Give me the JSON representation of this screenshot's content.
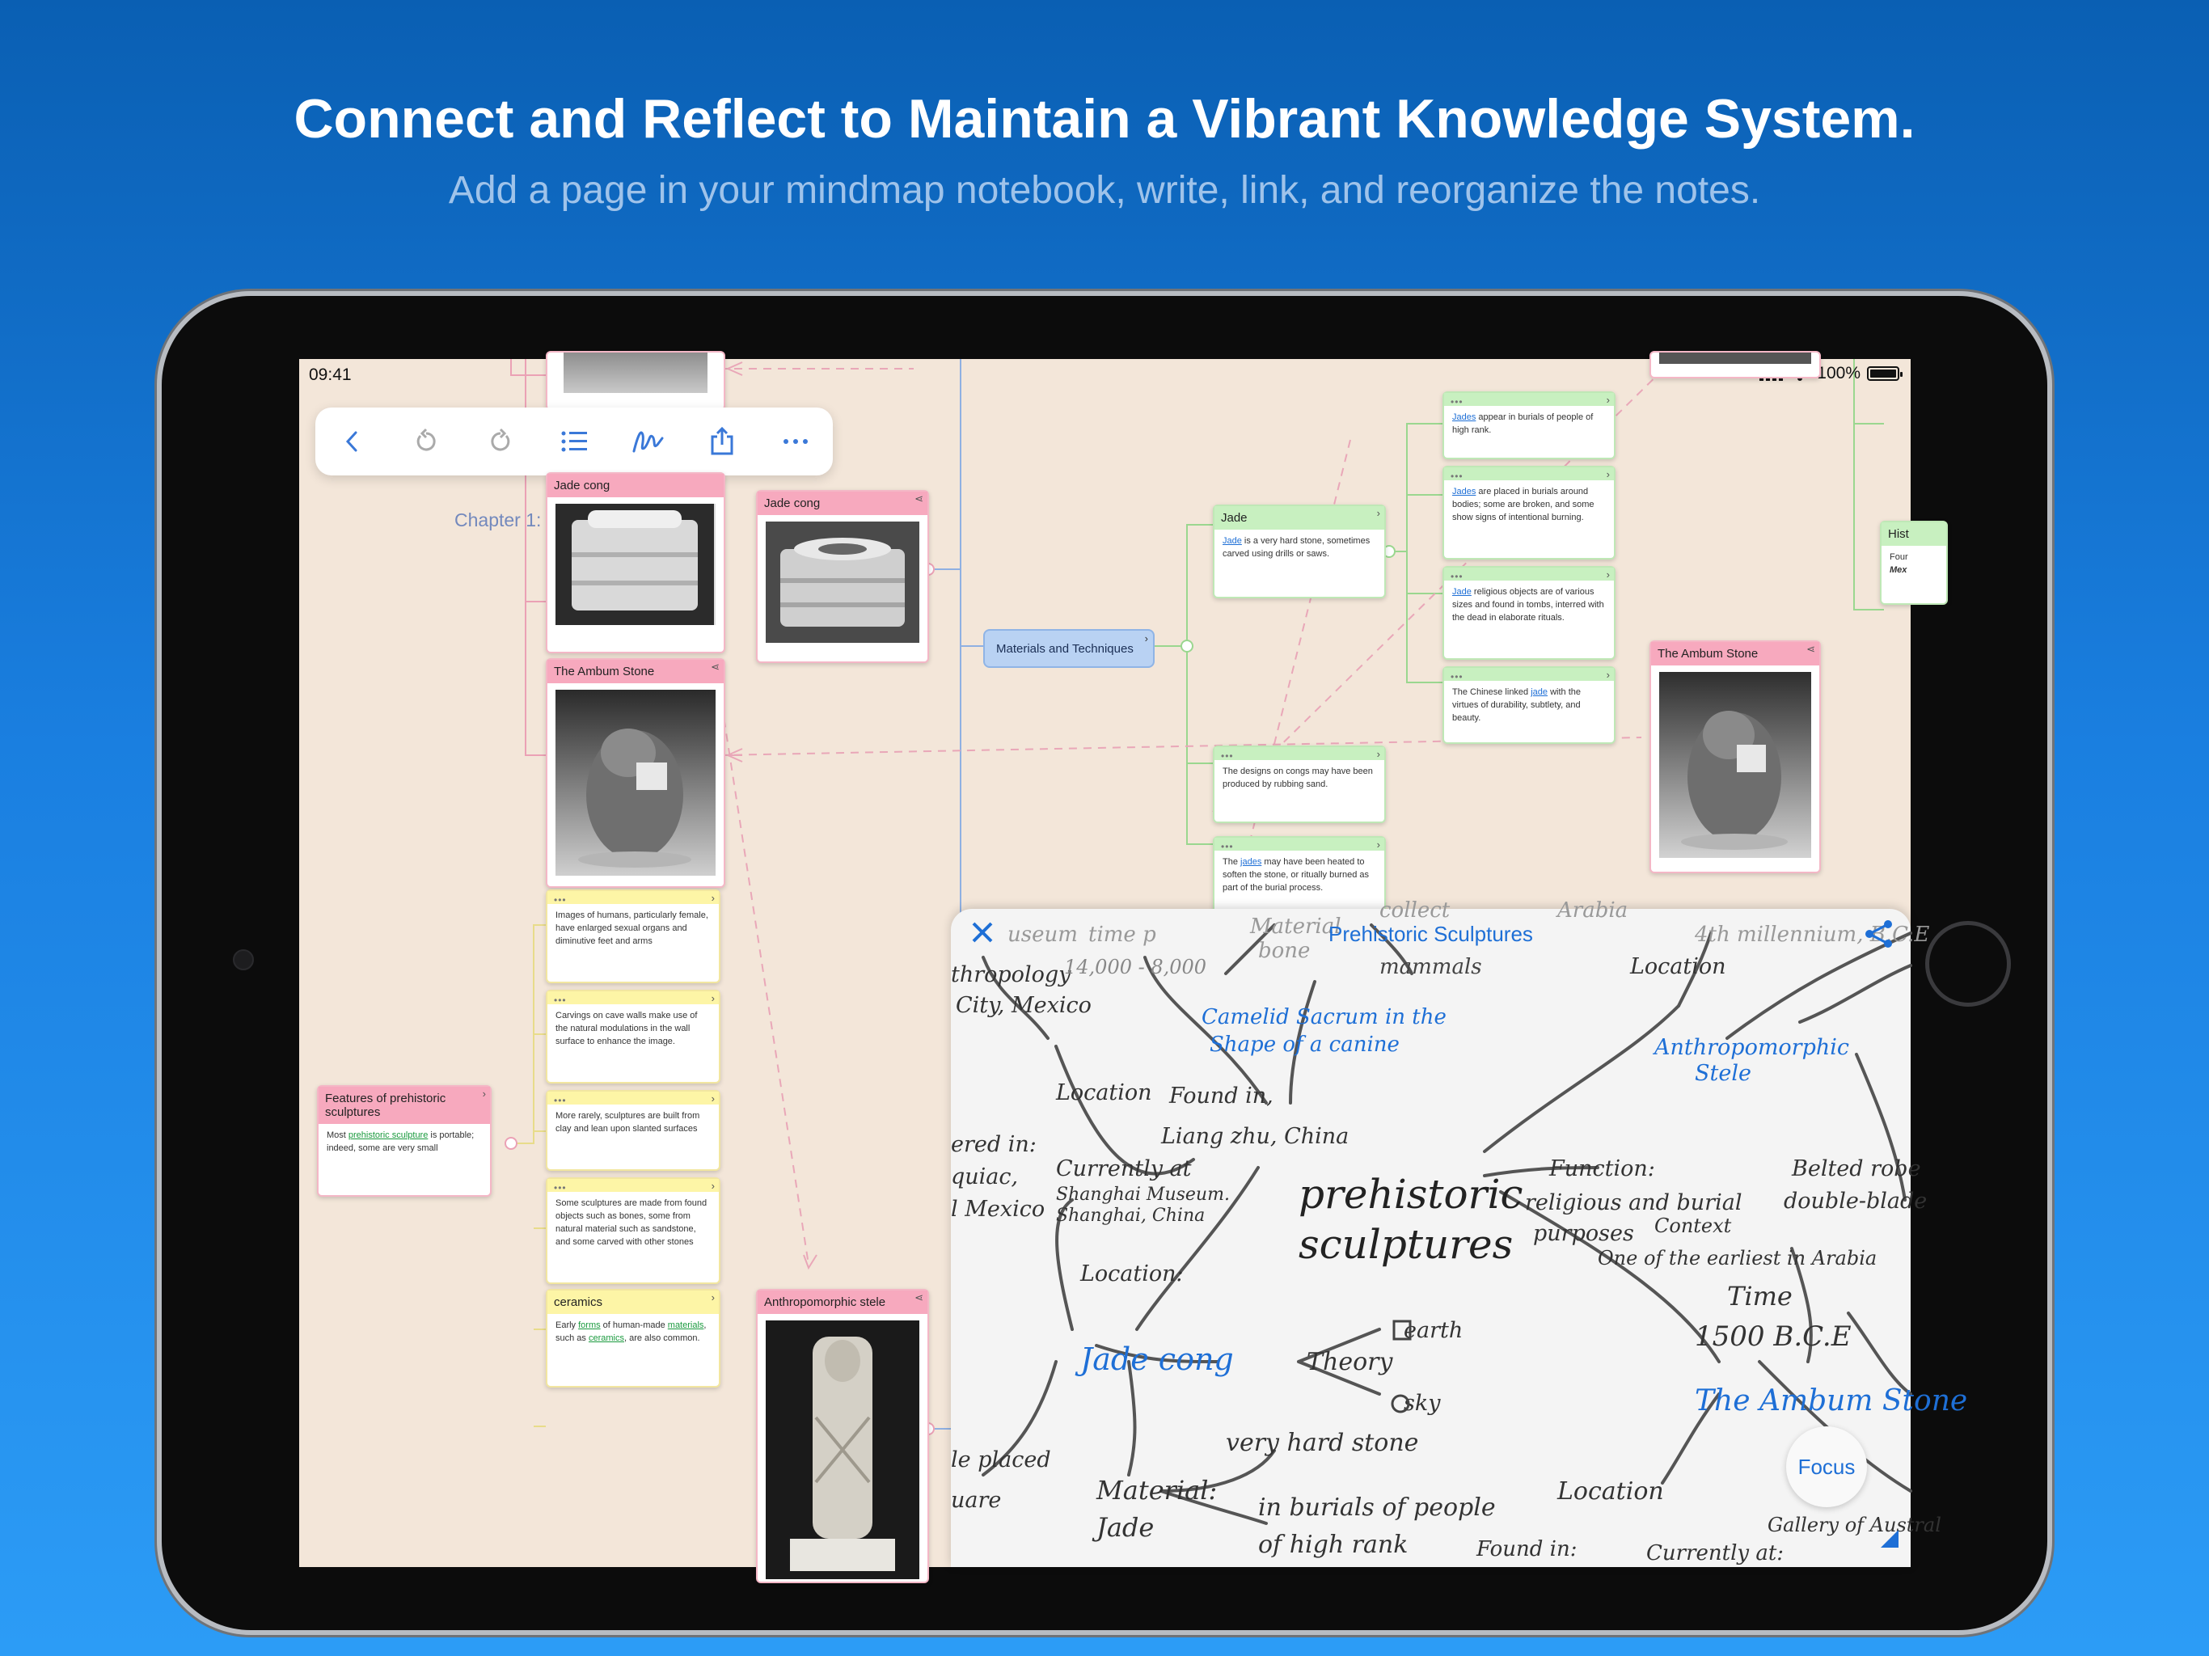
{
  "headline": "Connect and Reflect to Maintain a Vibrant Knowledge System.",
  "subheadline": "Add a page in your mindmap notebook, write, link, and reorganize the notes.",
  "status_bar": {
    "time": "09:41",
    "battery": "100%"
  },
  "toolbar": {
    "icons": [
      "back-icon",
      "undo-icon",
      "redo-icon",
      "outline-list-icon",
      "pen-icon",
      "share-icon",
      "more-icon"
    ]
  },
  "chapter_label": "Chapter 1: Prehistoric Art",
  "cards": {
    "jade_cong_1": {
      "title": "Jade cong"
    },
    "jade_cong_2": {
      "title": "Jade cong"
    },
    "ambum_left": {
      "title": "The Ambum Stone"
    },
    "ambum_right": {
      "title": "The Ambum Stone"
    },
    "stele": {
      "title": "Anthropomorphic stele"
    },
    "features": {
      "title": "Features of prehistoric sculptures",
      "pre": "Most ",
      "link": "prehistoric sculpture",
      "post": " is portable; indeed, some are very small"
    },
    "jade": {
      "title": "Jade",
      "link": "Jade",
      "post": " is a very hard stone, sometimes carved using drills or saws."
    },
    "jade_note_1": {
      "link": "Jades",
      "post": " appear in burials of people of high rank."
    },
    "jade_note_2": {
      "link": "Jades",
      "post": " are placed in burials around bodies; some are broken, and some show signs of intentional burning."
    },
    "jade_note_3": {
      "link": "Jade",
      "post": " religious objects are of various sizes and found in tombs, interred with the dead in elaborate rituals."
    },
    "jade_note_4": {
      "pre": "The Chinese linked ",
      "link": "jade",
      "post": " with the virtues of durability, subtlety, and beauty."
    },
    "cong_note_1": {
      "text": "The designs on congs may have been produced by rubbing sand."
    },
    "cong_note_2": {
      "pre": "The ",
      "link": "jades",
      "post": " may have been heated to soften the stone, or ritually burned as part of the burial process."
    },
    "yellow_1": {
      "text": "Images of humans, particularly female, have enlarged sexual organs and diminutive feet and arms"
    },
    "yellow_2": {
      "text": "Carvings on cave walls make use of the natural modulations in the wall surface to enhance the image."
    },
    "yellow_3": {
      "text": "More rarely, sculptures are built from clay and lean upon slanted surfaces"
    },
    "yellow_4": {
      "text": "Some sculptures are made from found objects such as bones, some from natural material such as sandstone, and some carved with other stones"
    },
    "ceramics": {
      "title": "ceramics",
      "pre": "Early ",
      "link1": "forms",
      "mid1": " of human-made ",
      "link2": "materials",
      "mid2": ", such as ",
      "link3": "ceramics",
      "post": ", are also common."
    },
    "hist": {
      "title": "Hist",
      "line1": "Four",
      "line2": "Mex"
    }
  },
  "topic": {
    "label": "Materials and Techniques"
  },
  "panel": {
    "title": "Prehistoric Sculptures",
    "focus": "Focus",
    "handwriting": {
      "center1": "prehistoric",
      "center2": "sculptures",
      "camelid1": "Camelid Sacrum in the",
      "camelid2": "Shape of a canine",
      "found_in": "Found in,",
      "liang": "Liang zhu, China",
      "location1": "Location",
      "currently1": "Currently at",
      "shanghai": "Shanghai Museum.",
      "shanghai2": "Shanghai, China",
      "location2": "Location:",
      "jade_cong": "Jade cong",
      "theory": "Theory",
      "earth": "earth",
      "sky": "sky",
      "very_hard": "very hard stone",
      "material": "Material:",
      "jade": "Jade",
      "burials1": "in burials of people",
      "burials2": "of high rank",
      "anthro1": "Anthropomorphic",
      "anthro2": "Stele",
      "location3": "Location",
      "function1": "Function:",
      "function2": "religious and burial",
      "function3": "purposes",
      "context1": "Context",
      "context2": "One of the earliest in Arabia",
      "time1": "Time",
      "time2": "1500 B.C.E",
      "belted1": "Belted robe",
      "belted2": "double-blade",
      "ambum": "The Ambum Stone",
      "location4": "Location",
      "currently2": "Currently at:",
      "gallery": "Gallery of Austral",
      "found_in2": "Found in:",
      "left1": "ered in:",
      "left2": "quiac,",
      "left3": "l Mexico",
      "anthropology": "thropology",
      "city": "City, Mexico",
      "years": "14,000 - 8,000",
      "placed": "le placed",
      "uare": "uare",
      "top_time": "time p",
      "top_material": "Material",
      "top_bone": "bone",
      "top_mammals": "mammals",
      "top_4th": "4th millennium, B.C.E",
      "top_museum": "useum",
      "top_arabia": "Arabia",
      "top_collect": "collect"
    }
  },
  "colors": {
    "accent": "#1e6fd6",
    "canvas": "#f3e6d9",
    "pink": "#f7a9be",
    "green": "#c8f0c0",
    "yellow": "#fdf5a6",
    "topic": "#b9d2f3"
  }
}
